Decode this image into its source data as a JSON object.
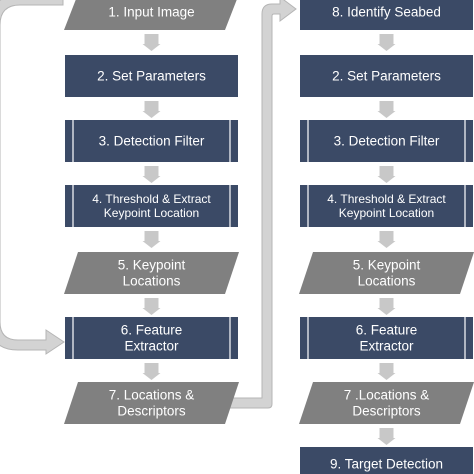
{
  "flowchart": {
    "left_column": {
      "steps": [
        {
          "label_lines": [
            "1. Input Image"
          ]
        },
        {
          "label_lines": [
            "2. Set Parameters"
          ]
        },
        {
          "label_lines": [
            "3. Detection Filter"
          ]
        },
        {
          "label_lines": [
            "4. Threshold & Extract",
            "Keypoint Location"
          ]
        },
        {
          "label_lines": [
            "5. Keypoint",
            "Locations"
          ]
        },
        {
          "label_lines": [
            "6. Feature",
            "Extractor"
          ]
        },
        {
          "label_lines": [
            "7. Locations &",
            "Descriptors"
          ]
        }
      ]
    },
    "right_column": {
      "steps": [
        {
          "label_lines": [
            "8. Identify Seabed"
          ]
        },
        {
          "label_lines": [
            "2. Set Parameters"
          ]
        },
        {
          "label_lines": [
            "3. Detection Filter"
          ]
        },
        {
          "label_lines": [
            "4. Threshold & Extract",
            "Keypoint Location"
          ]
        },
        {
          "label_lines": [
            "5. Keypoint",
            "Locations"
          ]
        },
        {
          "label_lines": [
            "6. Feature",
            "Extractor"
          ]
        },
        {
          "label_lines": [
            "7 .Locations &",
            "Descriptors"
          ]
        },
        {
          "label_lines": [
            "9. Target Detection"
          ]
        }
      ]
    }
  },
  "colors": {
    "process_fill": "#3b4a66",
    "io_fill": "#808080",
    "arrow_fill": "#c8c8c8",
    "connector_fill": "#d3d3d3",
    "connector_stroke": "#b5b5b5"
  }
}
